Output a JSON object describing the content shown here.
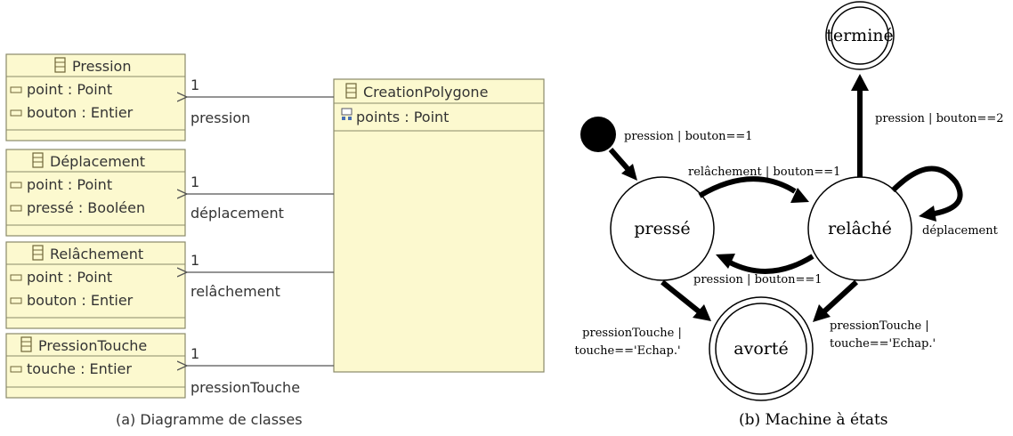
{
  "class_diagram": {
    "caption": "(a) Diagramme de classes",
    "main_class": {
      "name": "CreationPolygone",
      "attribute": "points : Point"
    },
    "classes": [
      {
        "name": "Pression",
        "attributes": [
          "point : Point",
          "bouton : Entier"
        ],
        "multiplicity": "1",
        "role": "pression"
      },
      {
        "name": "Déplacement",
        "attributes": [
          "point : Point",
          "pressé : Booléen"
        ],
        "multiplicity": "1",
        "role": "déplacement"
      },
      {
        "name": "Relâchement",
        "attributes": [
          "point : Point",
          "bouton : Entier"
        ],
        "multiplicity": "1",
        "role": "relâchement"
      },
      {
        "name": "PressionTouche",
        "attributes": [
          "touche : Entier"
        ],
        "multiplicity": "1",
        "role": "pressionTouche"
      }
    ]
  },
  "state_machine": {
    "caption": "(b) Machine à états",
    "states": {
      "presse": "pressé",
      "relache": "relâché",
      "termine": "terminé",
      "avorte": "avorté"
    },
    "transitions": {
      "init_to_presse": "pression | bouton==1",
      "presse_to_relache": "relâchement | bouton==1",
      "relache_to_presse": "pression | bouton==1",
      "relache_to_termine": "pression | bouton==2",
      "relache_self": "déplacement",
      "presse_to_avorte": [
        "pressionTouche |",
        "touche=='Echap.'"
      ],
      "relache_to_avorte": [
        "pressionTouche |",
        "touche=='Echap.'"
      ]
    }
  }
}
